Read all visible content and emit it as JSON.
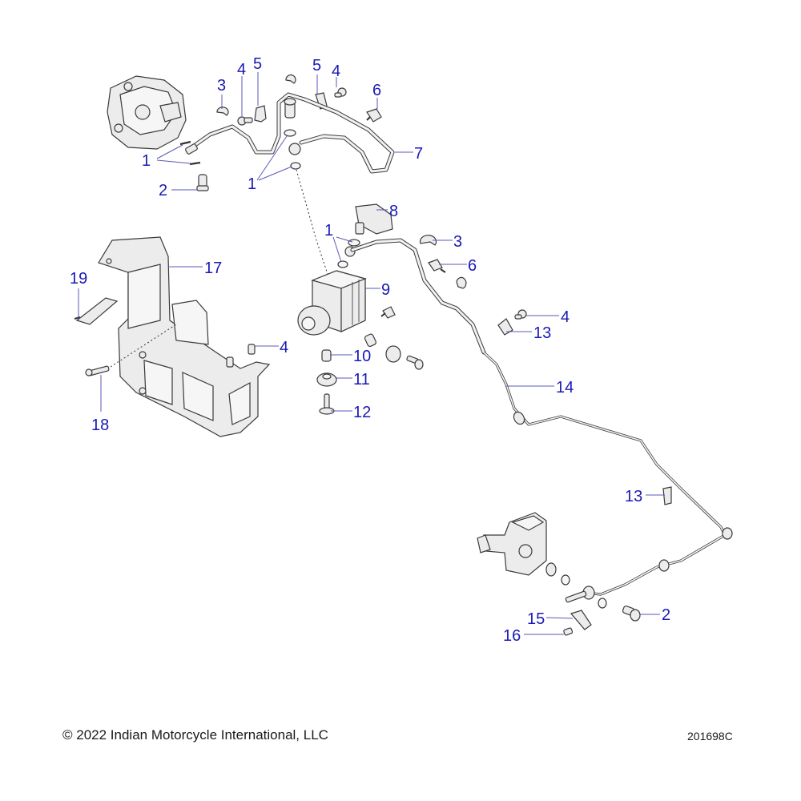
{
  "diagram": {
    "title": "Rear Brake / ABS Assembly",
    "accent_color": "#1a1ab8",
    "callouts": [
      {
        "id": "c-1a",
        "label": "1"
      },
      {
        "id": "c-1b",
        "label": "1"
      },
      {
        "id": "c-1c",
        "label": "1"
      },
      {
        "id": "c-2a",
        "label": "2"
      },
      {
        "id": "c-2b",
        "label": "2"
      },
      {
        "id": "c-3a",
        "label": "3"
      },
      {
        "id": "c-3b",
        "label": "3"
      },
      {
        "id": "c-4a",
        "label": "4"
      },
      {
        "id": "c-4b",
        "label": "4"
      },
      {
        "id": "c-4c",
        "label": "4"
      },
      {
        "id": "c-4d",
        "label": "4"
      },
      {
        "id": "c-5a",
        "label": "5"
      },
      {
        "id": "c-5b",
        "label": "5"
      },
      {
        "id": "c-6a",
        "label": "6"
      },
      {
        "id": "c-6b",
        "label": "6"
      },
      {
        "id": "c-7",
        "label": "7"
      },
      {
        "id": "c-8",
        "label": "8"
      },
      {
        "id": "c-9",
        "label": "9"
      },
      {
        "id": "c-10",
        "label": "10"
      },
      {
        "id": "c-11",
        "label": "11"
      },
      {
        "id": "c-12",
        "label": "12"
      },
      {
        "id": "c-13a",
        "label": "13"
      },
      {
        "id": "c-13b",
        "label": "13"
      },
      {
        "id": "c-14",
        "label": "14"
      },
      {
        "id": "c-15",
        "label": "15"
      },
      {
        "id": "c-16",
        "label": "16"
      },
      {
        "id": "c-17",
        "label": "17"
      },
      {
        "id": "c-18",
        "label": "18"
      },
      {
        "id": "c-19",
        "label": "19"
      }
    ]
  },
  "footer": {
    "copyright": "© 2022 Indian Motorcycle International, LLC",
    "document_id": "201698C"
  }
}
